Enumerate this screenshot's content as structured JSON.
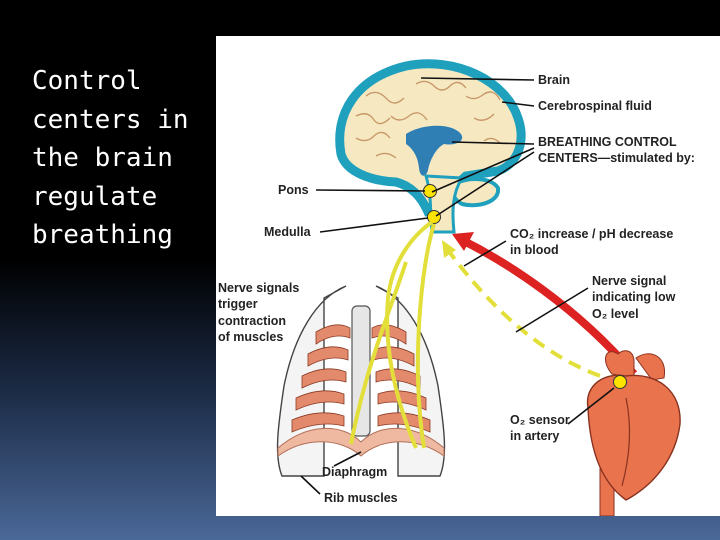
{
  "slide": {
    "title": "Control\ncenters in\nthe brain\nregulate\nbreathing"
  },
  "diagram": {
    "labels": {
      "brain": "Brain",
      "csf": "Cerebrospinal fluid",
      "bcc_line1": "BREATHING CONTROL",
      "bcc_line2": "CENTERS—stimulated by:",
      "pons": "Pons",
      "medulla": "Medulla",
      "co2_line1": "CO₂ increase / pH decrease",
      "co2_line2": "in blood",
      "nerve_low_o2_line1": "Nerve signal",
      "nerve_low_o2_line2": "indicating low",
      "nerve_low_o2_line3": "O₂ level",
      "nerve_trigger_line1": "Nerve signals",
      "nerve_trigger_line2": "trigger",
      "nerve_trigger_line3": "contraction",
      "nerve_trigger_line4": "of muscles",
      "o2_sensor_line1": "O₂ sensor",
      "o2_sensor_line2": "in artery",
      "diaphragm": "Diaphragm",
      "rib_muscles": "Rib muscles"
    },
    "colors": {
      "brain_outline": "#1fa0bd",
      "brain_tissue": "#f6e9c2",
      "ventricles": "#2f7fb4",
      "nerve": "#e3df3a",
      "co2_arrow": "#dd2222",
      "ribs_fill": "#f4f4f4",
      "rib_muscle": "#e48a6c",
      "heart": "#e8734c",
      "sensor_node": "#ffe300"
    }
  }
}
